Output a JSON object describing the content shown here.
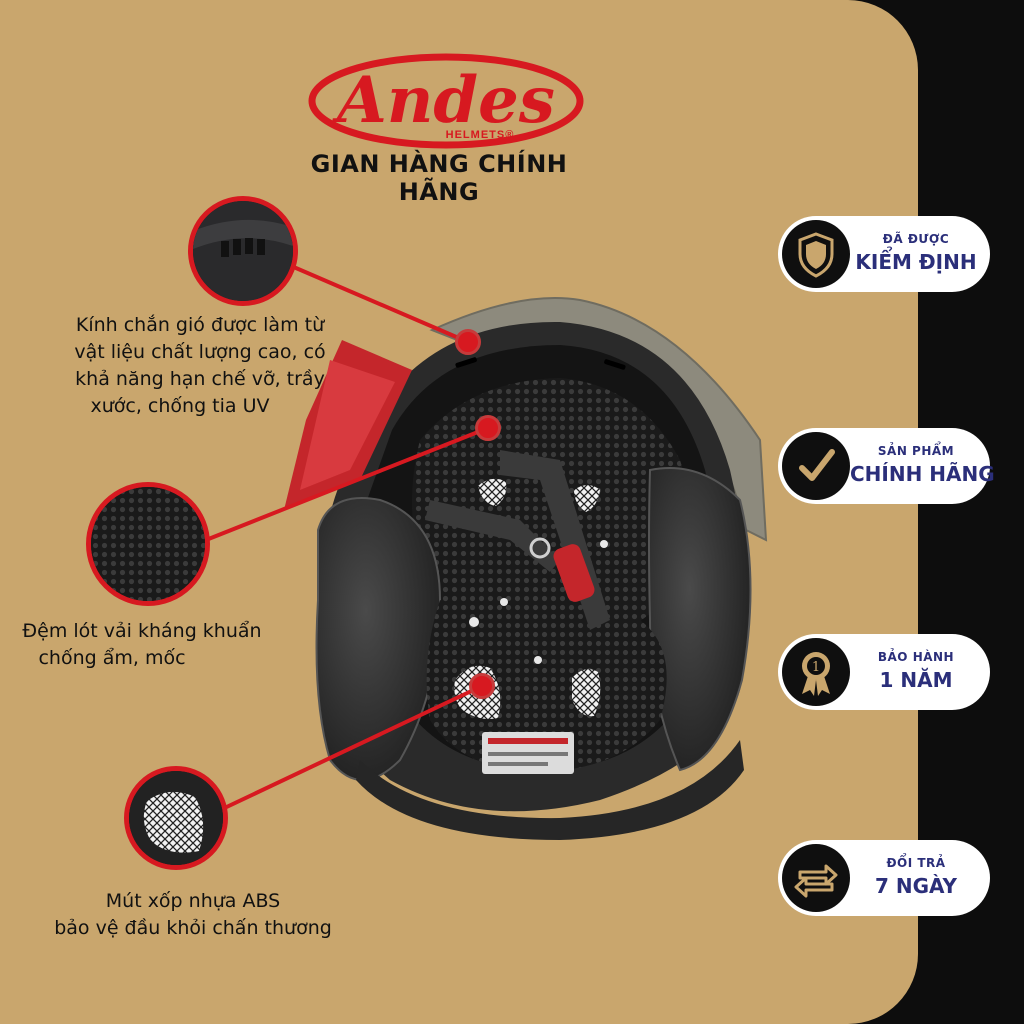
{
  "brand": {
    "logo_text": "Andes",
    "logo_sub": "HELMETS®",
    "tagline": "GIAN HÀNG CHÍNH HÃNG"
  },
  "features": [
    {
      "lines": [
        "Kính chắn gió được làm từ",
        "vật liệu chất lượng cao, có",
        "khả năng hạn chế vỡ, trầy",
        "xước, chống tia UV"
      ]
    },
    {
      "lines": [
        "Đệm lót vải kháng khuẩn",
        "chống ẩm, mốc"
      ]
    },
    {
      "lines": [
        "Mút xốp nhựa ABS",
        "bảo vệ đầu khỏi chấn thương"
      ]
    }
  ],
  "badges": [
    {
      "icon": "shield-icon",
      "line1": "ĐÃ ĐƯỢC",
      "line2": "KIỂM ĐỊNH"
    },
    {
      "icon": "checkmark-icon",
      "line1": "SẢN PHẨM",
      "line2": "CHÍNH HÃNG"
    },
    {
      "icon": "medal-icon",
      "line1": "BẢO HÀNH",
      "line2": "1 NĂM"
    },
    {
      "icon": "exchange-arrows-icon",
      "line1": "ĐỔI TRẢ",
      "line2": "7 NGÀY"
    }
  ],
  "colors": {
    "background": "#c9a66d",
    "accent_red": "#d71920",
    "badge_text": "#2b2f7a",
    "icon_gold": "#c9a66d"
  }
}
